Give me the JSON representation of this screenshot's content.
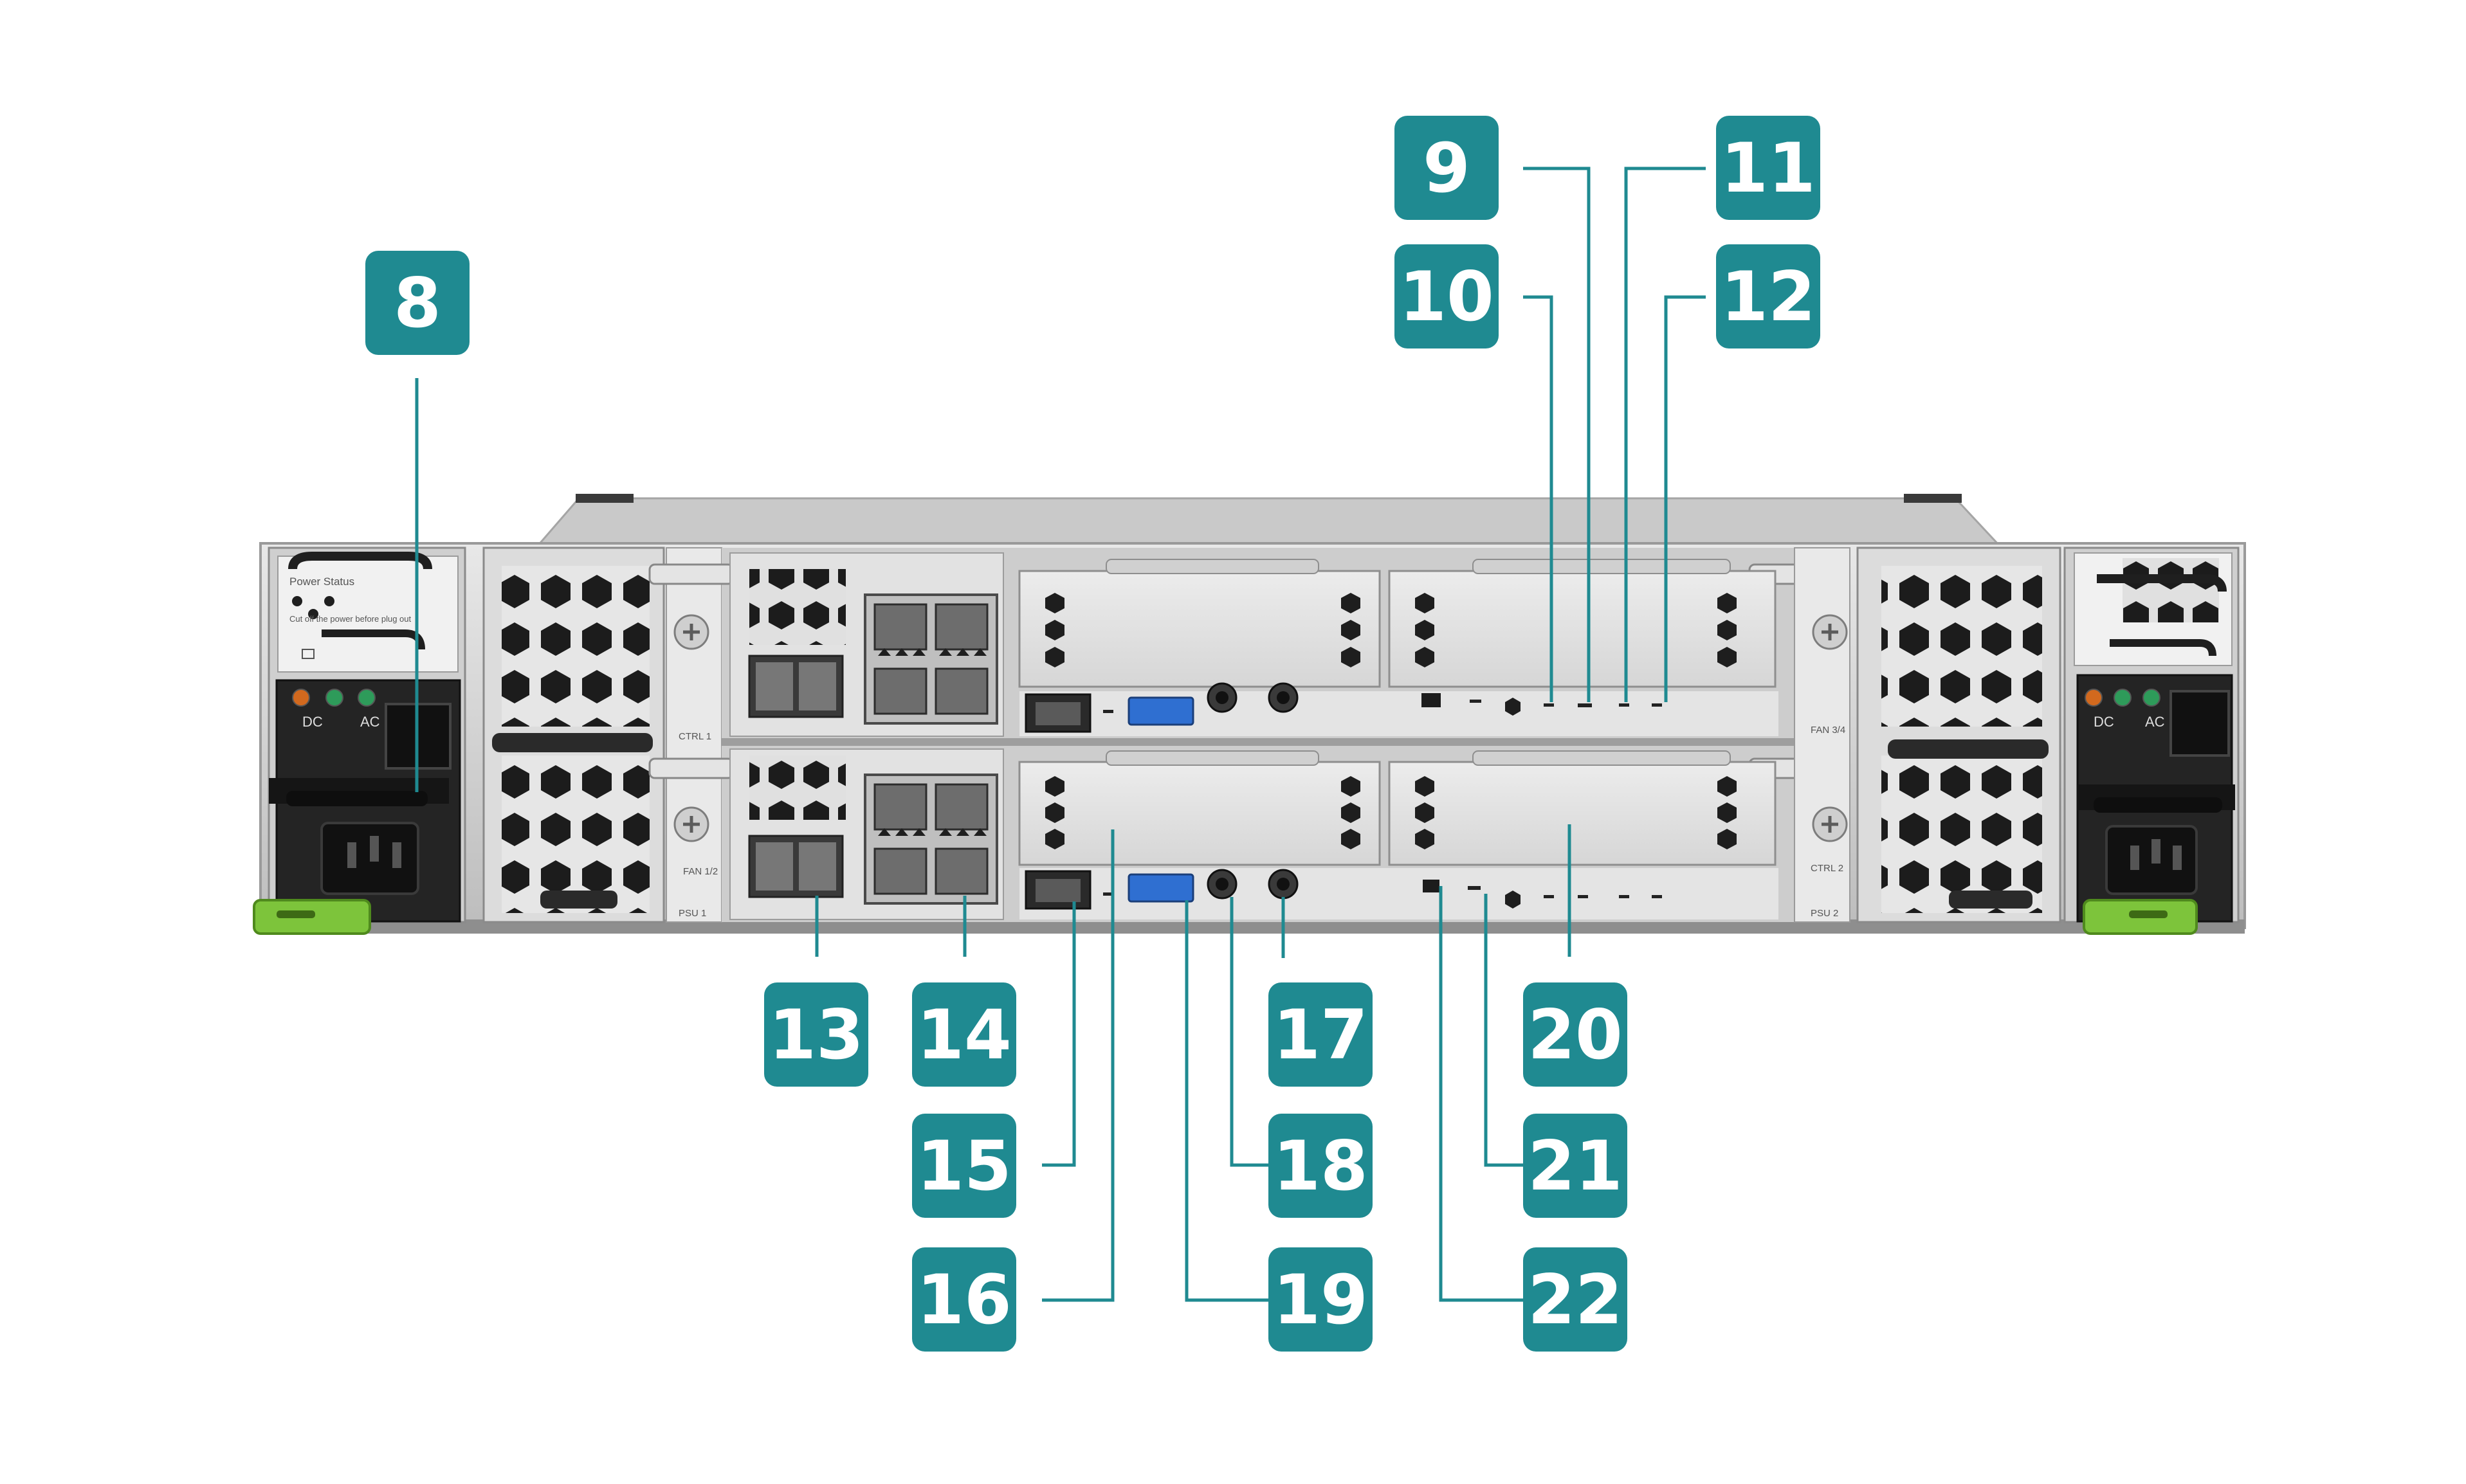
{
  "colors": {
    "badge": "#1f8a91",
    "leader": "#1f8a91",
    "chassis": "#d4d4d4",
    "panel": "#dddddd",
    "dark": "#2a2a2a",
    "handle_green": "#7dc43b",
    "usb_blue": "#2f6fd1",
    "led_green": "#2e9b5a",
    "led_orange": "#d2691e"
  },
  "callouts": [
    "8",
    "9",
    "10",
    "11",
    "12",
    "13",
    "14",
    "15",
    "16",
    "17",
    "18",
    "19",
    "20",
    "21",
    "22"
  ],
  "device_labels": {
    "psu1_line1": "Power   Status",
    "psu1_line2": "Cut off the power before plug out",
    "psu_ac": "AC",
    "psu_dc": "DC",
    "ctrl1": "CTRL 1",
    "ctrl2": "CTRL 2",
    "fan12": "FAN 1/2",
    "fan34": "FAN 3/4",
    "psu1": "PSU 1",
    "psu2": "PSU 2"
  }
}
